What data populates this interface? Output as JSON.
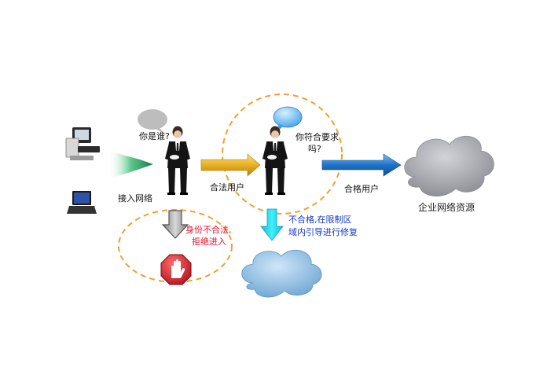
{
  "labels": {
    "who_are_you": "你是谁?",
    "access_network": "接入网络",
    "legit_user": "合法用户",
    "compliant_question_line1": "你符合要求",
    "compliant_question_line2": "吗?",
    "qualified_user": "合格用户",
    "enterprise_resources": "企业网络资源",
    "illegal_line1": "身份不合法,",
    "illegal_line2": "拒绝进入",
    "noncompliant_line1": "不合格,在限制区",
    "noncompliant_line2": "域内引导进行修复"
  },
  "colors": {
    "dashed_circle": "#f0a030",
    "bubble_gray": "#bdbdbd",
    "bubble_blue": "#5fb4f0",
    "arrow_gold": "#e8b020",
    "arrow_blue": "#1f72c8",
    "arrow_cyan": "#20d6e8",
    "arrow_gray": "#9a9a9a",
    "stop_red": "#d8202a",
    "cloud_gray": "#a8aab0",
    "cloud_blue": "#7fb4dc",
    "red_text": "#e8102c",
    "blue_text": "#1438c8"
  },
  "icons": [
    "desktop-computer-icon",
    "laptop-icon",
    "guard-person-icon",
    "speech-bubble-icon",
    "stop-hand-icon",
    "cloud-icon"
  ]
}
